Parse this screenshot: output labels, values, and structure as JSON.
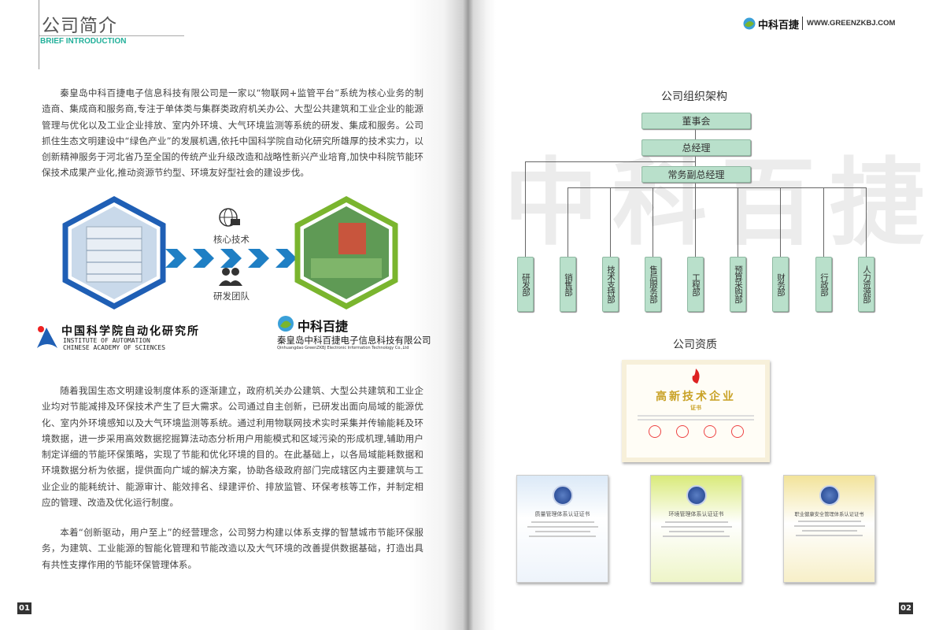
{
  "left_page": {
    "title": "公司简介",
    "subtitle": "BRIEF INTRODUCTION",
    "paragraph1": "秦皇岛中科百捷电子信息科技有限公司是一家以“物联网+监管平台”系统为核心业务的制造商、集成商和服务商,专注于单体类与集群类政府机关办公、大型公共建筑和工业企业的能源管理与优化以及工业企业排放、室内外环境、大气环境监测等系统的研发、集成和服务。公司抓住生态文明建设中“绿色产业”的发展机遇,依托中国科学院自动化研究所雄厚的技术实力，以创新精神服务于河北省乃至全国的传统产业升级改造和战略性新兴产业培育,加快中科院节能环保技术成果产业化,推动资源节约型、环境友好型社会的建设步伐。",
    "diagram": {
      "label_tech": "核心技术",
      "label_team": "研发团队",
      "left_org_cn": "中国科学院自动化研究所",
      "left_org_en1": "INSTITUTE OF AUTOMATION",
      "left_org_en2": "CHINESE ACADEMY OF SCIENCES",
      "right_logo": "中科百捷",
      "right_org_cn": "秦皇岛中科百捷电子信息科技有限公司",
      "right_org_en": "Qinhuangdao GreenZKBJ Electronic Information Technology Co.,Ltd"
    },
    "paragraph2": "随着我国生态文明建设制度体系的逐渐建立，政府机关办公建筑、大型公共建筑和工业企业均对节能减排及环保技术产生了巨大需求。公司通过自主创新，已研发出面向局域的能源优化、室内外环境感知以及大气环境监测等系统。通过利用物联网技术实时采集并传输能耗及环境数据，进一步采用高效数据挖掘算法动态分析用户用能模式和区域污染的形成机理,辅助用户制定详细的节能环保策略，实现了节能和优化环境的目的。在此基础上，以各局域能耗数据和环境数据分析为依据，提供面向广域的解决方案，协助各级政府部门完成辖区内主要建筑与工业企业的能耗统计、能源审计、能效排名、绿建评价、排放监管、环保考核等工作，并制定相应的管理、改造及优化运行制度。",
    "paragraph3": "本着“创新驱动，用户至上”的经营理念，公司努力构建以体系支撑的智慧城市节能环保服务，为建筑、工业能源的智能化管理和节能改造以及大气环境的改善提供数据基础，打造出具有共性支撑作用的节能环保管理体系。",
    "page_number": "01"
  },
  "right_page": {
    "logo": "中科百捷",
    "website": "WWW.GREENZKBJ.COM",
    "org_title": "公司组织架构",
    "watermark": "中科百捷",
    "org": {
      "board": "董事会",
      "gm": "总经理",
      "exec_deputy": "常务副总经理",
      "departments": [
        "研发部",
        "销售部",
        "技术支持部",
        "售后服务部",
        "工程部",
        "预算采购部",
        "财务部",
        "行政部",
        "人力资源部"
      ]
    },
    "qual_title": "公司资质",
    "hightech_cert": {
      "title": "高新技术企业",
      "sub": "证书"
    },
    "certs": [
      "质量管理体系认证证书",
      "环境管理体系认证证书",
      "职业健康安全管理体系认证证书"
    ],
    "page_number": "02"
  },
  "colors": {
    "accent": "#22b09a",
    "blue": "#1f5fb5",
    "green": "#7ab52e",
    "org_box": "#b9e0cb"
  }
}
